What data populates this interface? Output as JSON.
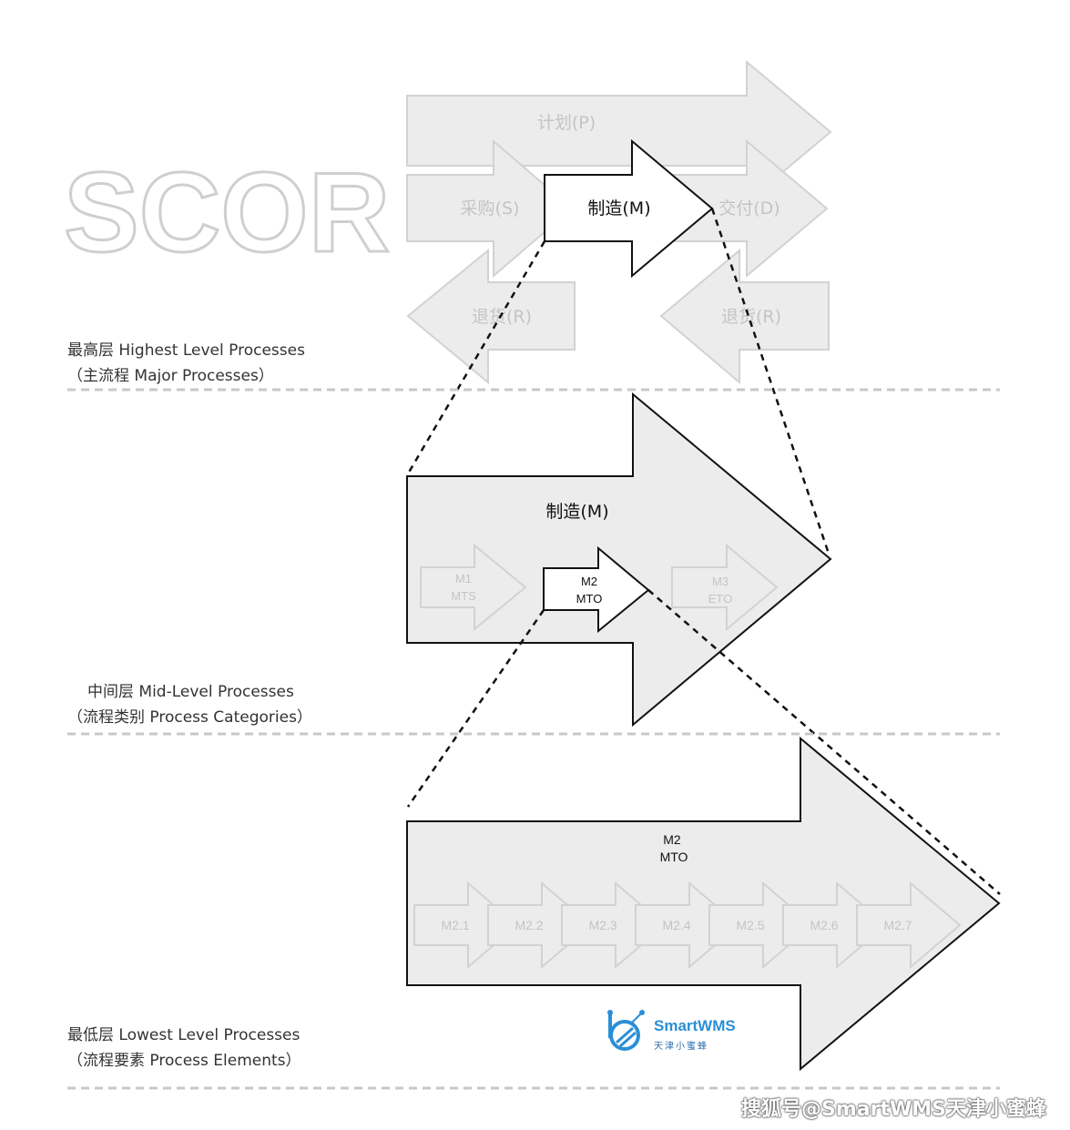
{
  "title": "SCOR",
  "top_level": {
    "plan": "计划(P)",
    "source": "采购(S)",
    "make": "制造(M)",
    "deliver": "交付(D)",
    "return_left": "退货(R)",
    "return_right": "退货(R)"
  },
  "mid_level": {
    "make": "制造(M)",
    "m1": [
      "M1",
      "MTS"
    ],
    "m2": [
      "M2",
      "MTO"
    ],
    "m3": [
      "M3",
      "ETO"
    ]
  },
  "low_level": {
    "header": [
      "M2",
      "MTO"
    ],
    "elements": [
      "M2.1",
      "M2.2",
      "M2.3",
      "M2.4",
      "M2.5",
      "M2.6",
      "M2.7"
    ]
  },
  "levels": [
    {
      "line1": "最高层 Highest Level Processes",
      "line2": "（主流程 Major Processes）"
    },
    {
      "line1": "中间层 Mid-Level Processes",
      "line2": "（流程类别 Process Categories）"
    },
    {
      "line1": "最低层 Lowest Level Processes",
      "line2": "（流程要素 Process Elements）"
    }
  ],
  "logo": {
    "name": "SmartWMS",
    "sub": "天津小蜜蜂"
  },
  "watermark": "搜狐号@SmartWMS天津小蜜蜂",
  "colors": {
    "fill": "#ececec",
    "faded_stroke": "#cfcfcf",
    "faded_text": "#c4c4c4",
    "dark": "#111111",
    "brand": "#2b8fd6"
  }
}
